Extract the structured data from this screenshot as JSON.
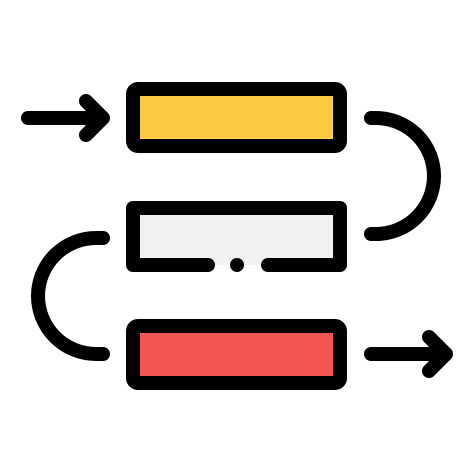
{
  "icon": {
    "name": "process-flow-icon",
    "stroke_color": "#000000",
    "bars": [
      {
        "name": "top-bar",
        "fill": "#FFCB45"
      },
      {
        "name": "middle-bar",
        "fill": "#F1F1F1"
      },
      {
        "name": "bottom-bar",
        "fill": "#F45753"
      }
    ]
  }
}
